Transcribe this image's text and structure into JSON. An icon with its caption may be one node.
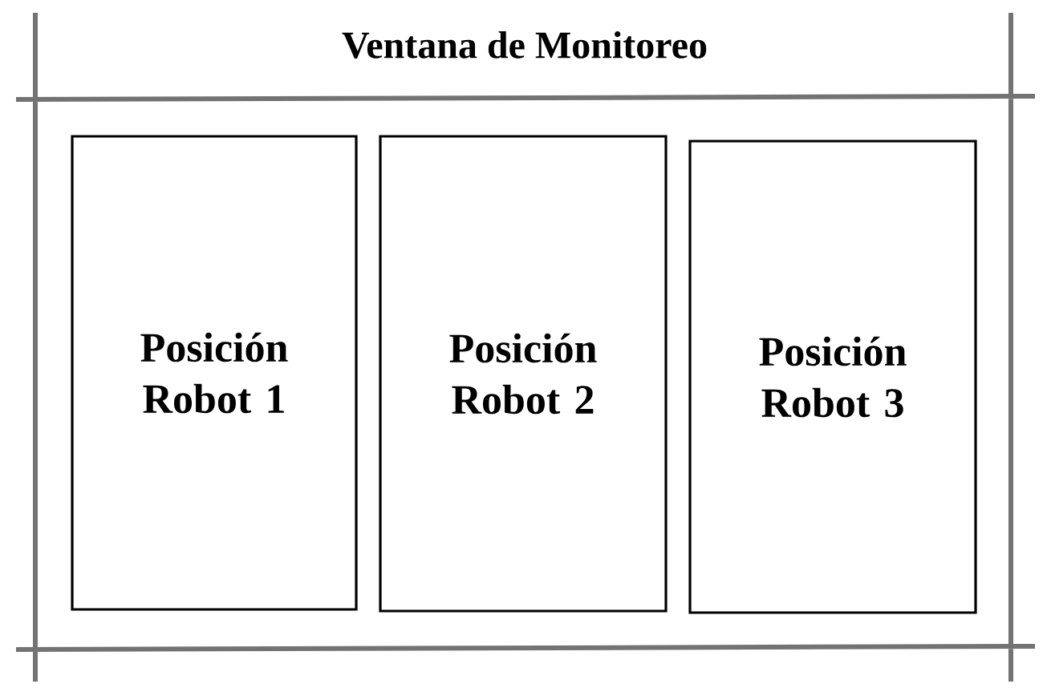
{
  "diagram": {
    "title": "Ventana de Monitoreo",
    "nodes": [
      {
        "text": [
          "Posición Robot 1"
        ]
      },
      {
        "text": [
          "Posición Robot 2"
        ]
      },
      {
        "text": [
          "Posición Robot 3"
        ]
      }
    ]
  }
}
